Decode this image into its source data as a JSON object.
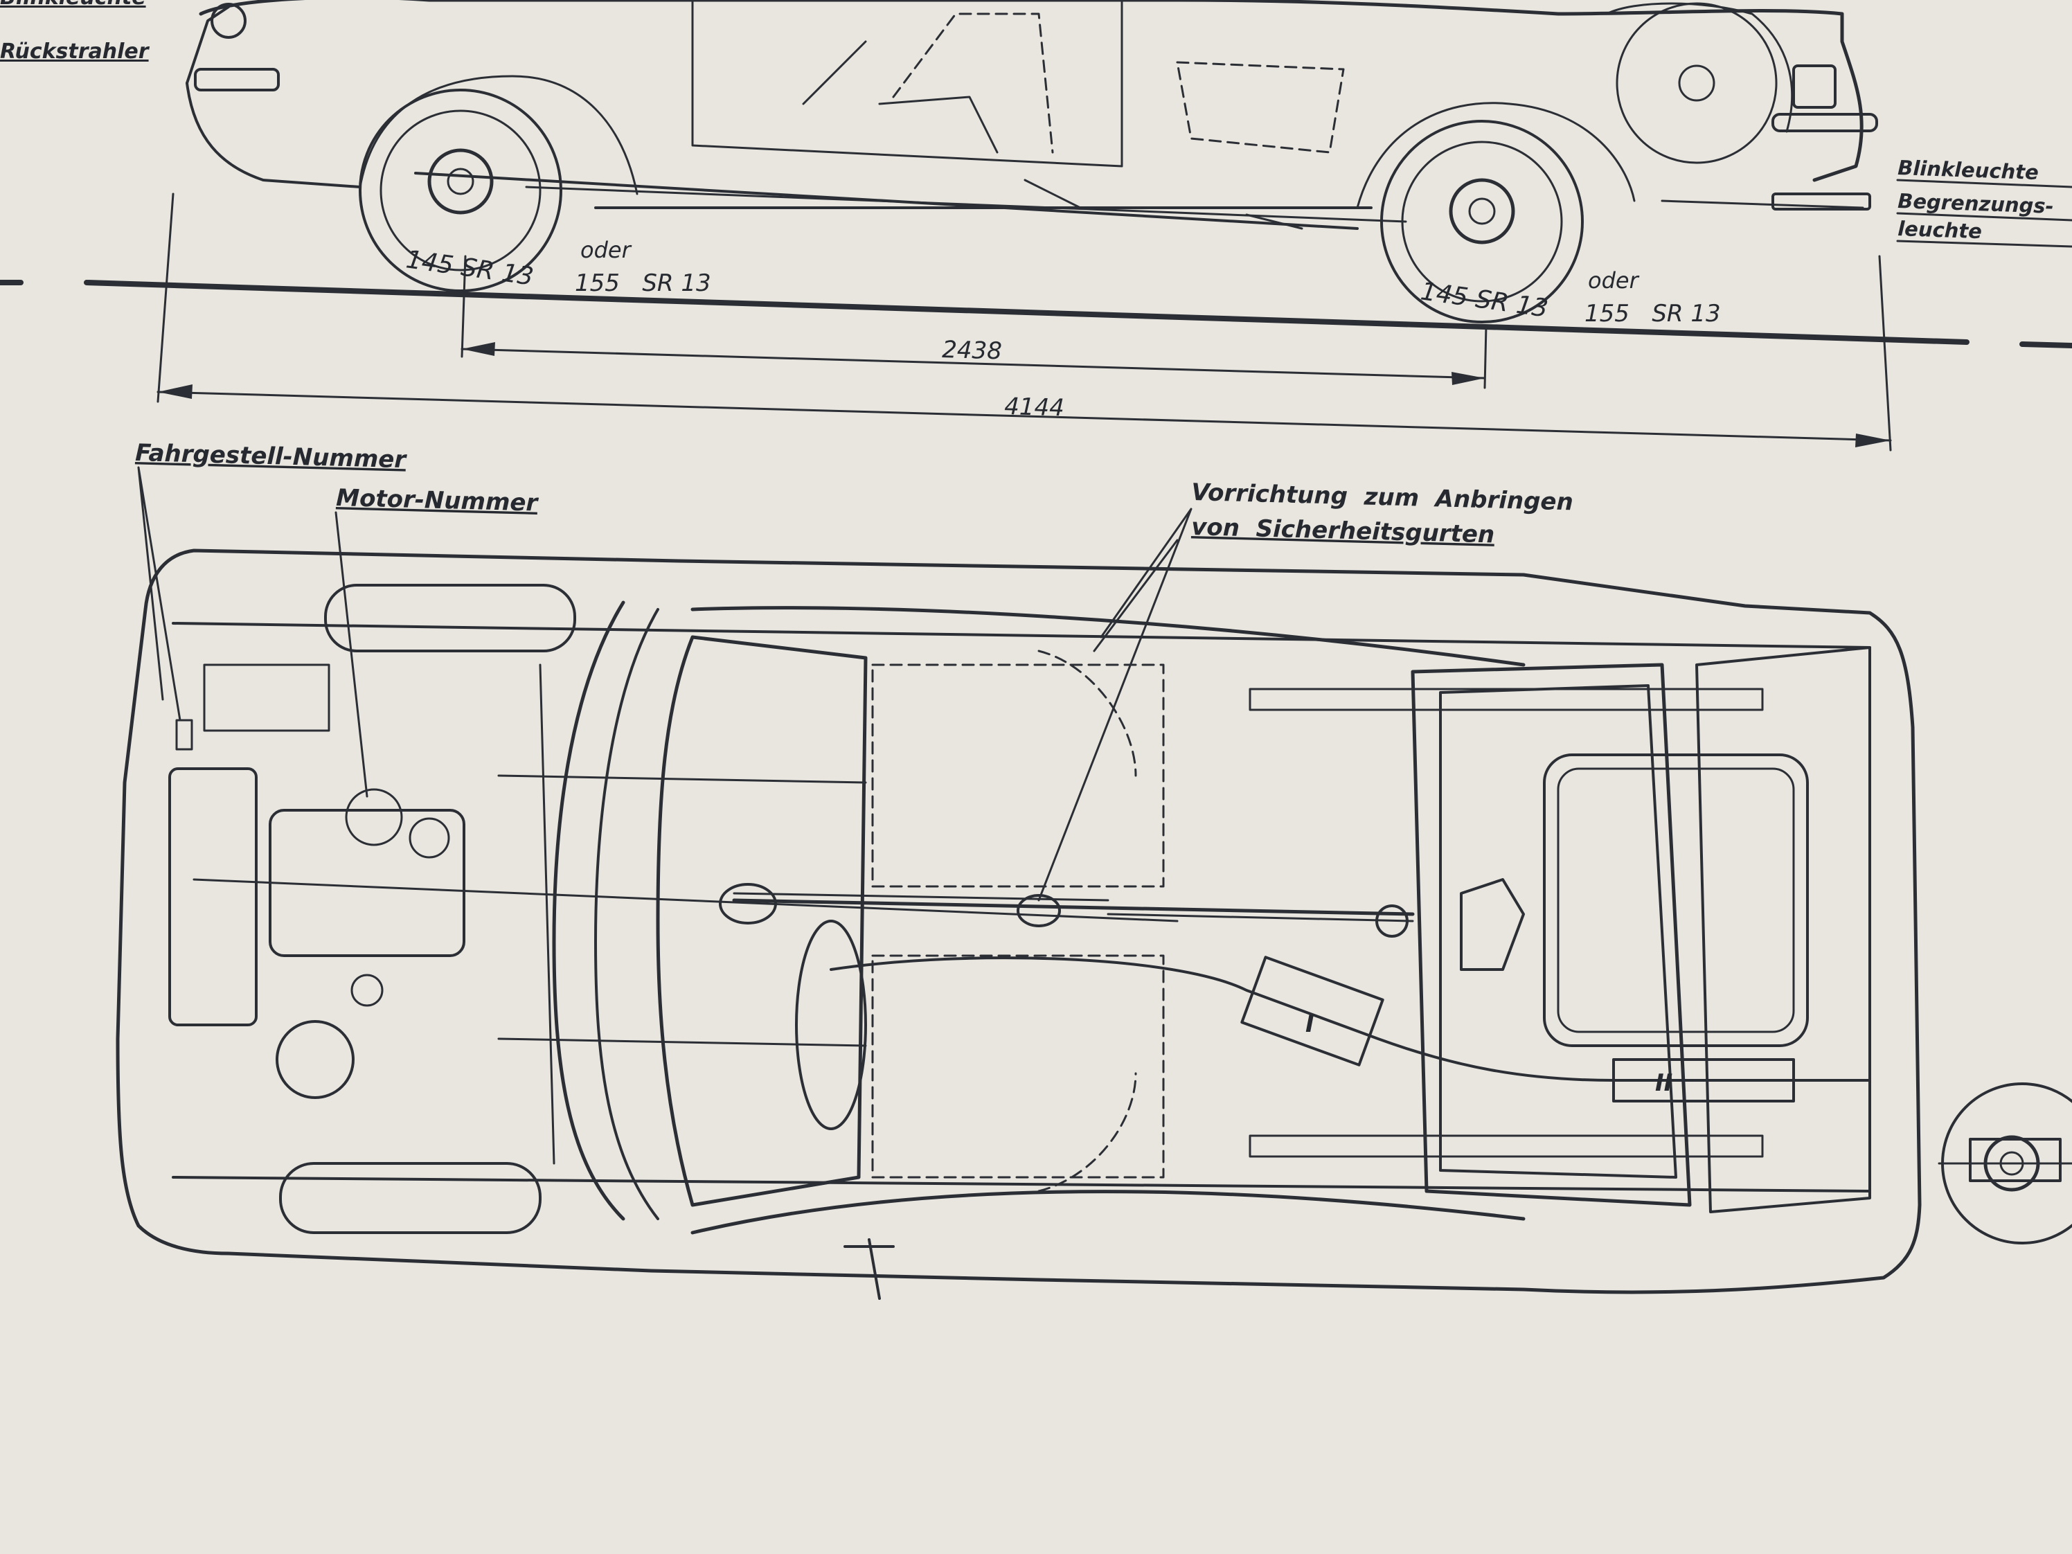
{
  "labels": {
    "top_cut": "Blinkleuchte",
    "rueckstrahler": "Rückstrahler",
    "blinkleuchte": "Blinkleuchte",
    "begrenzungs": "Begrenzungs-",
    "leuchte": "leuchte",
    "tire_front": "145 SR 13",
    "oder_front": "oder",
    "tire_front_alt": "155   SR 13",
    "tire_rear": "145 SR 13",
    "oder_rear": "oder",
    "tire_rear_alt": "155   SR 13",
    "wheelbase": "2438",
    "overall_length": "4144",
    "fahrgestell": "Fahrgestell-Nummer",
    "motor": "Motor-Nummer",
    "vorrichtung_1": "Vorrichtung  zum  Anbringen",
    "vorrichtung_2": "von  Sicherheitsgurten",
    "muffler_1": "I",
    "muffler_2": "II"
  },
  "colors": {
    "paper": "#e8e6df",
    "ink": "#2b2f35"
  }
}
